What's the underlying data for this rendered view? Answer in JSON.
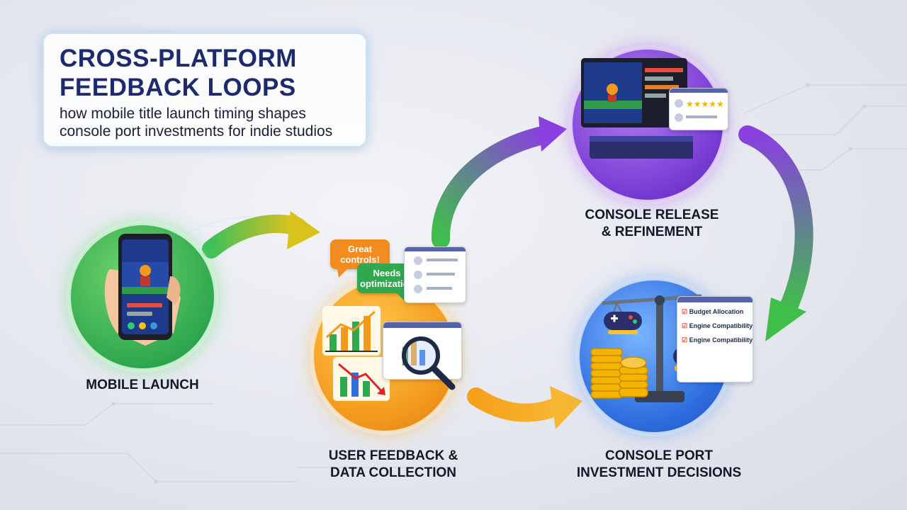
{
  "header": {
    "title_line1": "CROSS-PLATFORM",
    "title_line2": "FEEDBACK LOOPS",
    "subtitle_line1": "how mobile title launch timing shapes",
    "subtitle_line2": "console port investments for indie studios"
  },
  "stages": {
    "mobile": {
      "label": "MOBILE LAUNCH",
      "color": "#2fa84f"
    },
    "feedback": {
      "label_line1": "USER FEEDBACK &",
      "label_line2": "DATA COLLECTION",
      "color": "#f39a1e"
    },
    "investment": {
      "label_line1": "CONSOLE PORT",
      "label_line2": "INVESTMENT DECISIONS",
      "color": "#2f6fe0"
    },
    "release": {
      "label_line1": "CONSOLE RELEASE",
      "label_line2": "& REFINEMENT",
      "color": "#7b3fd6"
    }
  },
  "feedback_bubbles": {
    "bubble1": "Great controls!",
    "bubble2": "Needs optimization"
  },
  "checklist": {
    "items": [
      "Budget Allocation",
      "Engine Compatibility",
      "Engine Compatibility"
    ]
  },
  "icons": [
    "smartphone-icon",
    "growth-chart-icon",
    "decline-chart-icon",
    "magnifier-icon",
    "gamepad-icon",
    "coin-stack-icon",
    "balance-scale-icon",
    "console-icon",
    "star-rating-icon"
  ]
}
